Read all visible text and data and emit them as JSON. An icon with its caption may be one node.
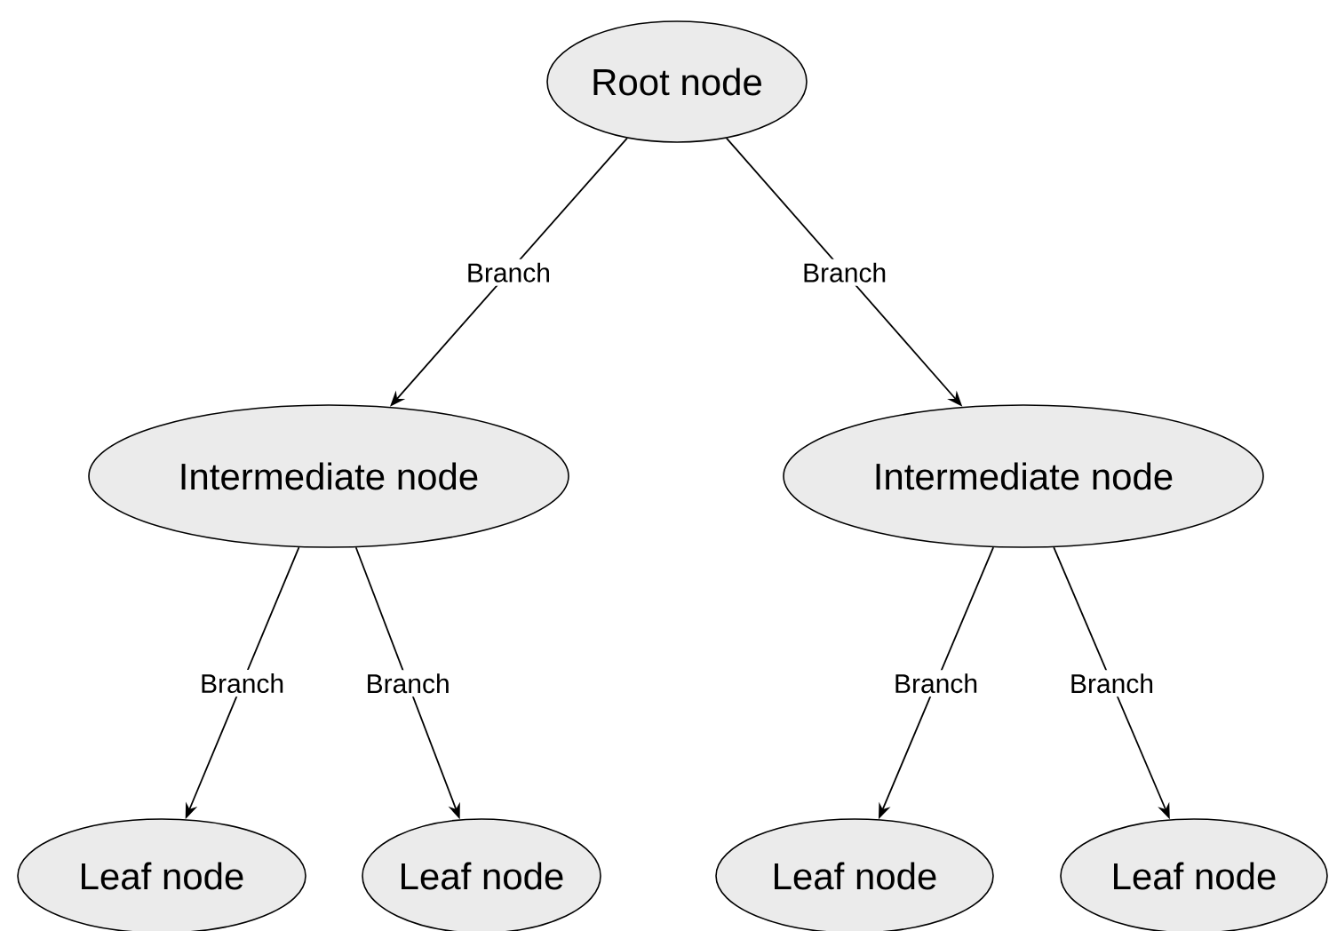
{
  "diagram": {
    "nodes": [
      {
        "text": [
          "Root node"
        ]
      },
      {
        "text": [
          "Intermediate node"
        ]
      },
      {
        "text": [
          "Intermediate node"
        ]
      },
      {
        "text": [
          "Leaf node"
        ]
      },
      {
        "text": [
          "Leaf node"
        ]
      },
      {
        "text": [
          "Leaf node"
        ]
      },
      {
        "text": [
          "Leaf node"
        ]
      }
    ],
    "edges": [
      {
        "from": 0,
        "to": 1,
        "arrow": "to",
        "label": "Branch"
      },
      {
        "from": 0,
        "to": 2,
        "arrow": "to",
        "label": "Branch"
      },
      {
        "from": 1,
        "to": 3,
        "arrow": "to",
        "label": "Branch"
      },
      {
        "from": 1,
        "to": 4,
        "arrow": "to",
        "label": "Branch"
      },
      {
        "from": 2,
        "to": 5,
        "arrow": "to",
        "label": "Branch"
      },
      {
        "from": 2,
        "to": 6,
        "arrow": "to",
        "label": "Branch"
      }
    ]
  }
}
